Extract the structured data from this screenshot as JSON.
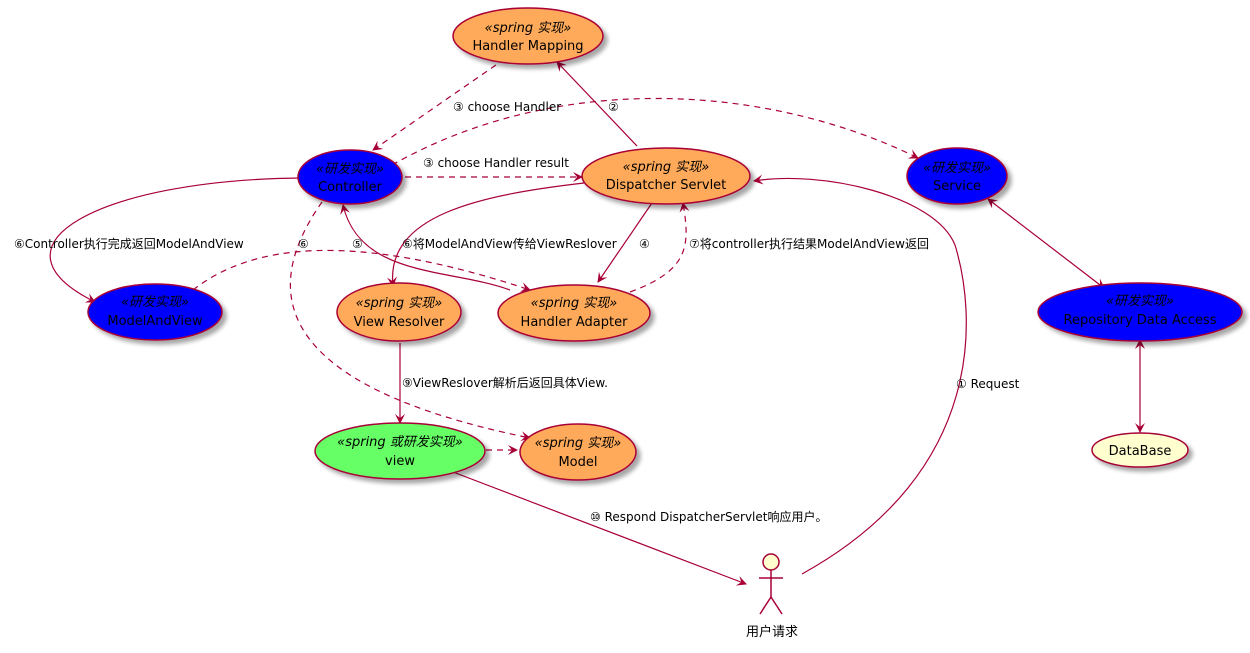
{
  "diagram": {
    "nodes": {
      "handler_mapping": {
        "stereotype": "«spring 实现»",
        "name": "Handler Mapping"
      },
      "controller": {
        "stereotype": "«研发实现»",
        "name": "Controller"
      },
      "dispatcher_servlet": {
        "stereotype": "«spring 实现»",
        "name": "Dispatcher Servlet"
      },
      "service": {
        "stereotype": "«研发实现»",
        "name": "Service"
      },
      "model_and_view": {
        "stereotype": "«研发实现»",
        "name": "ModelAndView"
      },
      "view_resolver": {
        "stereotype": "«spring 实现»",
        "name": "View Resolver"
      },
      "handler_adapter": {
        "stereotype": "«spring 实现»",
        "name": "Handler Adapter"
      },
      "repository": {
        "stereotype": "«研发实现»",
        "name": "Repository Data Access"
      },
      "view": {
        "stereotype": "«spring 或研发实现»",
        "name": "view"
      },
      "model": {
        "stereotype": "«spring 实现»",
        "name": "Model"
      },
      "database": {
        "name": "DataBase"
      },
      "actor": {
        "name": "用户请求"
      }
    },
    "edges": {
      "choose_handler": "③ choose Handler",
      "step2": "②",
      "choose_handler_result": "③ choose Handler result",
      "controller_return_mav": "⑥Controller执行完成返回ModelAndView",
      "step6": "⑥",
      "step5": "⑤",
      "mav_to_resolver": "⑥将ModelAndView传给ViewReslover",
      "step4": "④",
      "controller_result_return": "⑦将controller执行结果ModelAndView返回",
      "resolver_return_view": "⑨ViewReslover解析后返回具体View.",
      "request": "① Request",
      "respond": "⑩ Respond DispatcherServlet响应用户。"
    },
    "colors": {
      "spring": "#FFAA5A",
      "developer": "#0000FF",
      "view": "#66FF66",
      "database": "#FEFECE",
      "border": "#A80036",
      "arrow": "#A80036"
    }
  }
}
